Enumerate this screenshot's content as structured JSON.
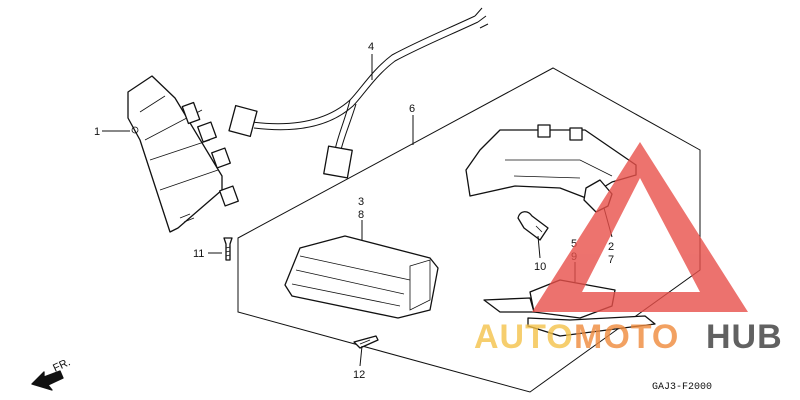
{
  "diagram": {
    "callouts": {
      "c1": "1",
      "c2": "2",
      "c3": "3",
      "c4": "4",
      "c5": "5",
      "c6": "6",
      "c7": "7",
      "c8": "8",
      "c9": "9",
      "c10": "10",
      "c11": "11",
      "c12": "12"
    },
    "front_indicator": "FR.",
    "diagram_code": "GAJ3-F2000"
  },
  "watermark": {
    "part1": "AUTO",
    "part2": "MOTO",
    "part3": "HUB",
    "colors": {
      "triangle": "#e8504a",
      "auto": "#f5c24a",
      "moto": "#f08a3c",
      "hub": "#3a3a3a"
    }
  }
}
